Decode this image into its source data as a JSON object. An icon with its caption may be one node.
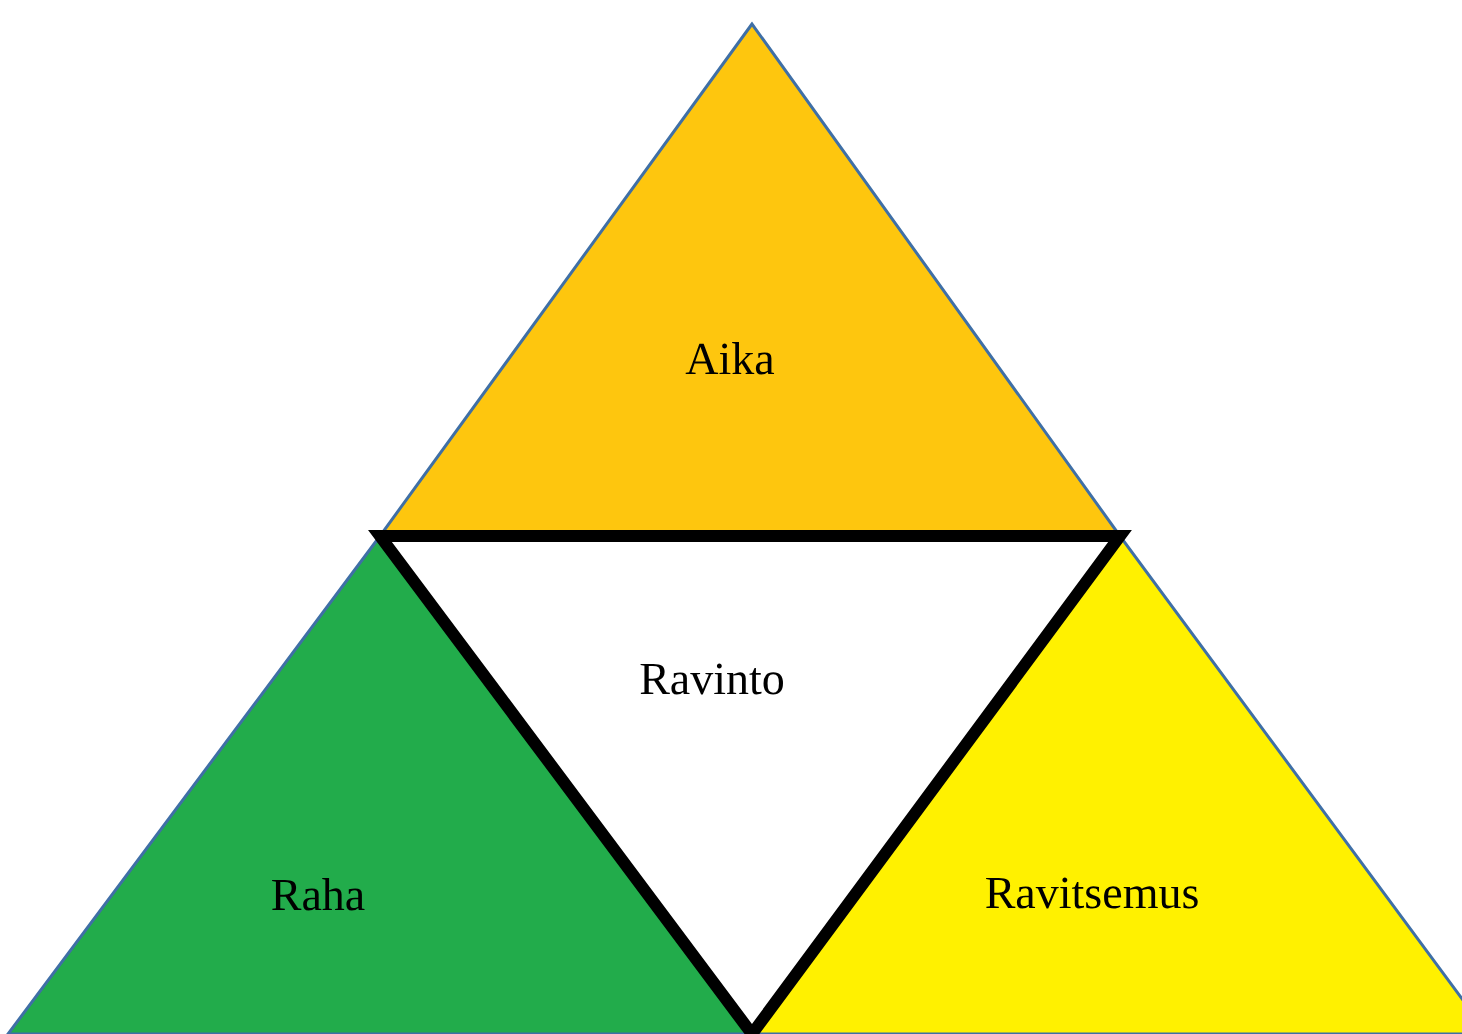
{
  "diagram": {
    "nodes": [
      {
        "text": [
          "Aika"
        ]
      },
      {
        "text": [
          "Ravinto"
        ]
      },
      {
        "text": [
          "Raha"
        ]
      },
      {
        "text": [
          "Ravitsemus"
        ]
      }
    ]
  }
}
